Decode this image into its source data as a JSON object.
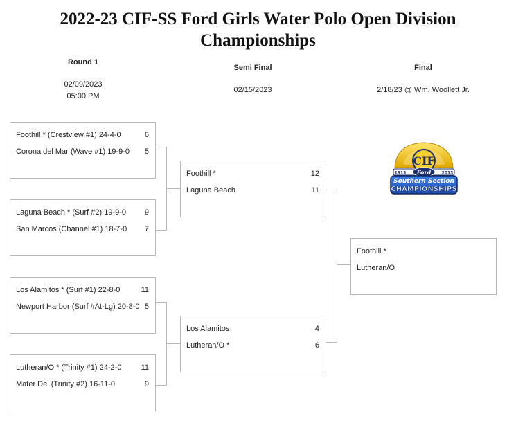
{
  "title": "2022-23 CIF-SS Ford Girls Water Polo Open Division Championships",
  "rounds": [
    {
      "name": "Round 1",
      "date": "02/09/2023",
      "time": "05:00 PM"
    },
    {
      "name": "Semi Final",
      "date": "02/15/2023"
    },
    {
      "name": "Final",
      "date": "2/18/23 @ Wm. Woollett Jr."
    }
  ],
  "round1": [
    {
      "top": {
        "team": "Foothill * (Crestview #1) 24-4-0",
        "score": "6"
      },
      "bottom": {
        "team": "Corona del Mar (Wave #1) 19-9-0",
        "score": "5"
      }
    },
    {
      "top": {
        "team": "Laguna Beach * (Surf #2) 19-9-0",
        "score": "9"
      },
      "bottom": {
        "team": "San Marcos (Channel #1) 18-7-0",
        "score": "7"
      }
    },
    {
      "top": {
        "team": "Los Alamitos * (Surf #1) 22-8-0",
        "score": "11"
      },
      "bottom": {
        "team": "Newport Harbor (Surf #At-Lg) 20-8-0",
        "score": "5"
      }
    },
    {
      "top": {
        "team": "Lutheran/O * (Trinity #1) 24-2-0",
        "score": "11"
      },
      "bottom": {
        "team": "Mater Dei (Trinity #2) 16-11-0",
        "score": "9"
      }
    }
  ],
  "semifinal": [
    {
      "top": {
        "team": "Foothill *",
        "score": "12"
      },
      "bottom": {
        "team": "Laguna Beach",
        "score": "11"
      }
    },
    {
      "top": {
        "team": "Los Alamitos",
        "score": "4"
      },
      "bottom": {
        "team": "Lutheran/O *",
        "score": "6"
      }
    }
  ],
  "final": {
    "top": {
      "team": "Foothill *",
      "score": ""
    },
    "bottom": {
      "team": "Lutheran/O",
      "score": ""
    }
  },
  "logo": {
    "top_text": "CIF",
    "left_year": "1913",
    "right_year": "2013",
    "sponsor": "Ford",
    "line1": "Southern Section",
    "line2": "CHAMPIONSHIPS",
    "colors": {
      "gold": "#f2c200",
      "navy": "#1f2f6e",
      "blue": "#2d6bd8"
    }
  }
}
